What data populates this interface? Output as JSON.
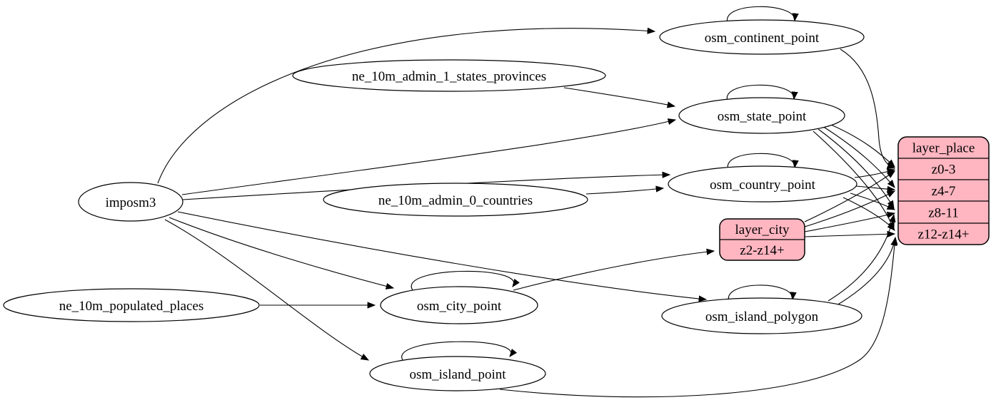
{
  "colors": {
    "background": "#ffffff",
    "table_fill": "#ffffff",
    "layer_fill": "#ffb6c1",
    "stroke": "#000000",
    "edge": "#000000"
  },
  "nodes": {
    "imposm3": {
      "label": "imposm3",
      "kind": "source"
    },
    "ne_10m_admin_1_states_provinces": {
      "label": "ne_10m_admin_1_states_provinces",
      "kind": "source"
    },
    "ne_10m_admin_0_countries": {
      "label": "ne_10m_admin_0_countries",
      "kind": "source"
    },
    "ne_10m_populated_places": {
      "label": "ne_10m_populated_places",
      "kind": "source"
    },
    "osm_continent_point": {
      "label": "osm_continent_point",
      "kind": "table"
    },
    "osm_state_point": {
      "label": "osm_state_point",
      "kind": "table"
    },
    "osm_country_point": {
      "label": "osm_country_point",
      "kind": "table"
    },
    "osm_city_point": {
      "label": "osm_city_point",
      "kind": "table"
    },
    "osm_island_polygon": {
      "label": "osm_island_polygon",
      "kind": "table"
    },
    "osm_island_point": {
      "label": "osm_island_point",
      "kind": "table"
    },
    "layer_city": {
      "title": "layer_city",
      "rows": [
        "z2-z14+"
      ],
      "kind": "layer"
    },
    "layer_place": {
      "title": "layer_place",
      "rows": [
        "z0-3",
        "z4-7",
        "z8-11",
        "z12-z14+"
      ],
      "kind": "layer"
    }
  },
  "edges": [
    {
      "from": "imposm3",
      "to": "osm_continent_point"
    },
    {
      "from": "imposm3",
      "to": "osm_state_point"
    },
    {
      "from": "imposm3",
      "to": "osm_country_point"
    },
    {
      "from": "imposm3",
      "to": "osm_city_point"
    },
    {
      "from": "imposm3",
      "to": "osm_island_polygon"
    },
    {
      "from": "imposm3",
      "to": "osm_island_point"
    },
    {
      "from": "ne_10m_admin_1_states_provinces",
      "to": "osm_state_point"
    },
    {
      "from": "ne_10m_admin_0_countries",
      "to": "osm_country_point"
    },
    {
      "from": "ne_10m_populated_places",
      "to": "osm_city_point"
    },
    {
      "from": "osm_continent_point",
      "to": "osm_continent_point"
    },
    {
      "from": "osm_state_point",
      "to": "osm_state_point"
    },
    {
      "from": "osm_country_point",
      "to": "osm_country_point"
    },
    {
      "from": "osm_city_point",
      "to": "osm_city_point"
    },
    {
      "from": "osm_island_polygon",
      "to": "osm_island_polygon"
    },
    {
      "from": "osm_island_point",
      "to": "osm_island_point"
    },
    {
      "from": "osm_city_point",
      "to": "layer_city",
      "port": "z2-z14+"
    },
    {
      "from": "osm_continent_point",
      "to": "layer_place",
      "port": "z0-3"
    },
    {
      "from": "osm_state_point",
      "to": "layer_place",
      "port": "z0-3"
    },
    {
      "from": "osm_state_point",
      "to": "layer_place",
      "port": "z4-7"
    },
    {
      "from": "osm_state_point",
      "to": "layer_place",
      "port": "z8-11"
    },
    {
      "from": "osm_state_point",
      "to": "layer_place",
      "port": "z12-z14+"
    },
    {
      "from": "osm_country_point",
      "to": "layer_place",
      "port": "z0-3"
    },
    {
      "from": "osm_country_point",
      "to": "layer_place",
      "port": "z4-7"
    },
    {
      "from": "osm_country_point",
      "to": "layer_place",
      "port": "z8-11"
    },
    {
      "from": "osm_country_point",
      "to": "layer_place",
      "port": "z12-z14+"
    },
    {
      "from": "layer_city",
      "to": "layer_place",
      "port": "z0-3"
    },
    {
      "from": "layer_city",
      "to": "layer_place",
      "port": "z4-7"
    },
    {
      "from": "layer_city",
      "to": "layer_place",
      "port": "z8-11"
    },
    {
      "from": "layer_city",
      "to": "layer_place",
      "port": "z12-z14+"
    },
    {
      "from": "osm_island_polygon",
      "to": "layer_place",
      "port": "z8-11"
    },
    {
      "from": "osm_island_polygon",
      "to": "layer_place",
      "port": "z12-z14+"
    },
    {
      "from": "osm_island_point",
      "to": "layer_place",
      "port": "z12-z14+"
    }
  ]
}
